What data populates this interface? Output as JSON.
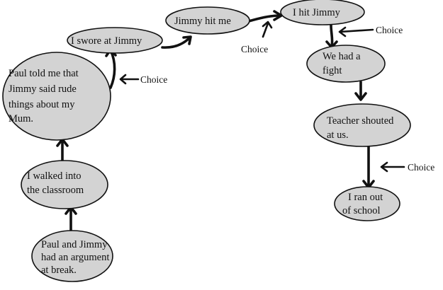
{
  "nodes": {
    "argument": [
      "Paul and Jimmy",
      "had an argument",
      "at break."
    ],
    "walked": [
      "I walked into",
      "the classroom"
    ],
    "paul_told": [
      "Paul told me that",
      "Jimmy said rude",
      "things about my",
      "Mum."
    ],
    "swore": [
      "I swore at Jimmy"
    ],
    "jimmy_hit": [
      "Jimmy hit me"
    ],
    "i_hit": [
      "I hit Jimmy"
    ],
    "fight": [
      "We had a",
      "fight"
    ],
    "teacher": [
      "Teacher shouted",
      "at us."
    ],
    "ran_out": [
      "I ran out",
      "of school"
    ]
  },
  "choice_label": "Choice",
  "colors": {
    "node_fill": "#d3d3d3",
    "stroke": "#111111",
    "background": "#ffffff"
  }
}
